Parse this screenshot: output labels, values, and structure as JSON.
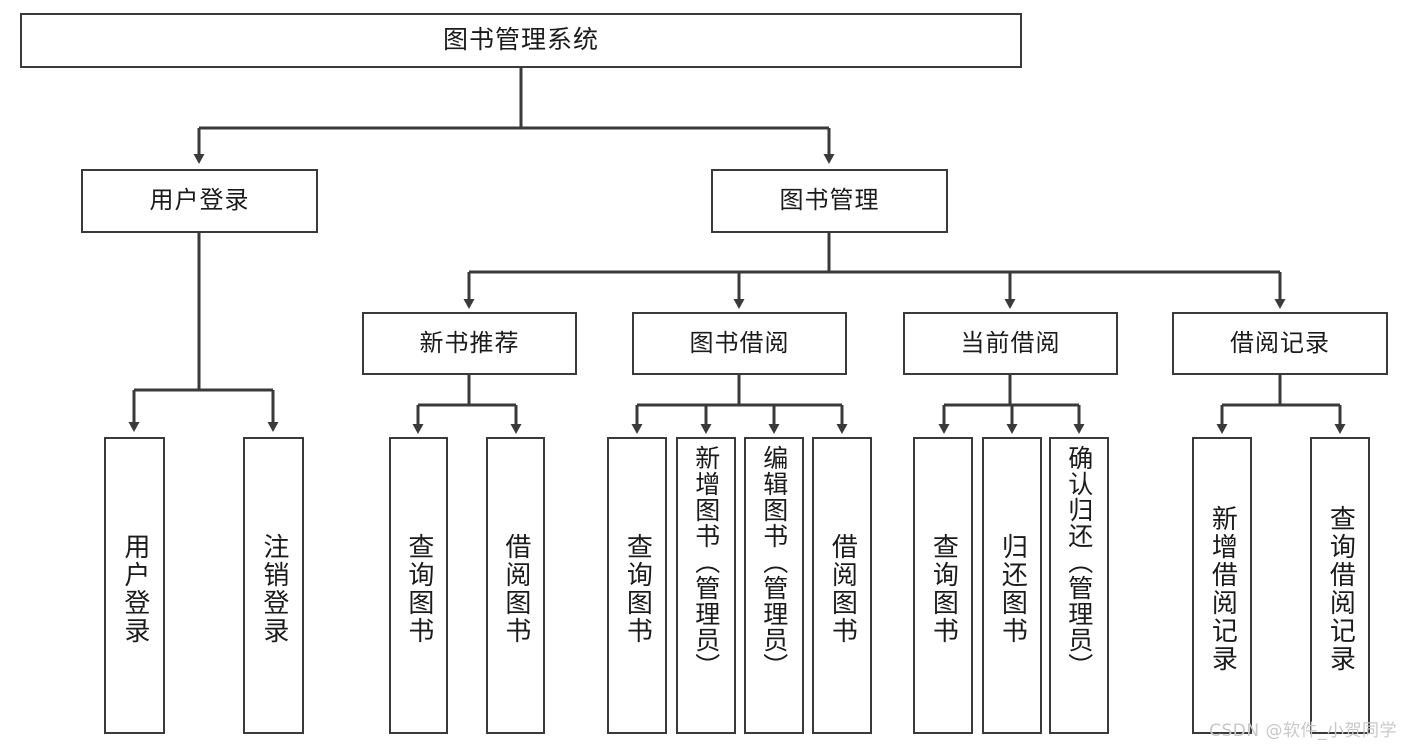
{
  "diagram": {
    "type": "tree",
    "title": "图书管理系统",
    "root": {
      "label": "图书管理系统"
    },
    "level1": [
      {
        "label": "用户登录"
      },
      {
        "label": "图书管理"
      }
    ],
    "level2": [
      {
        "label": "新书推荐"
      },
      {
        "label": "图书借阅"
      },
      {
        "label": "当前借阅"
      },
      {
        "label": "借阅记录"
      }
    ],
    "leaves": {
      "user_login": [
        {
          "label": "用户登录"
        },
        {
          "label": "注销登录"
        }
      ],
      "new_book_recommend": [
        {
          "label": "查询图书"
        },
        {
          "label": "借阅图书"
        }
      ],
      "book_borrow": [
        {
          "label": "查询图书"
        },
        {
          "label": "新增图书（管理员）"
        },
        {
          "label": "编辑图书（管理员）"
        },
        {
          "label": "借阅图书"
        }
      ],
      "current_borrow": [
        {
          "label": "查询图书"
        },
        {
          "label": "归还图书"
        },
        {
          "label": "确认归还（管理员）"
        }
      ],
      "borrow_record": [
        {
          "label": "新增借阅记录"
        },
        {
          "label": "查询借阅记录"
        }
      ]
    }
  },
  "watermark": {
    "text": "CSDN @软件_小贺同学"
  },
  "colors": {
    "border": "#3a3a3a",
    "background": "#ffffff",
    "text": "#1b1b1b",
    "watermark": "#c8c8c8"
  }
}
